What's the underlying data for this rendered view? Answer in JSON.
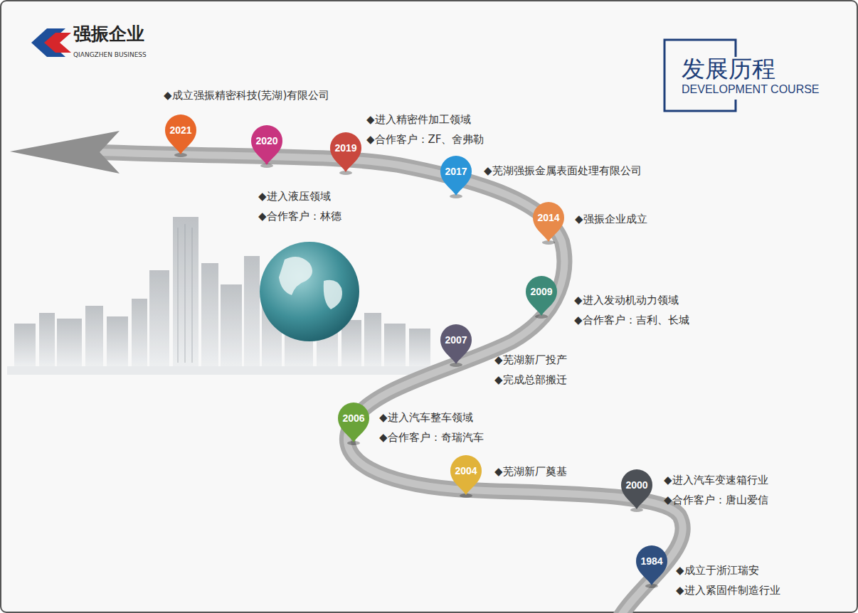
{
  "diagram": {
    "nodes": [
      {
        "text": [
          "发展历程",
          "DEVELOPMENT COURSE"
        ]
      },
      {
        "text": [
          "2021"
        ]
      },
      {
        "text": [
          "2020"
        ]
      },
      {
        "text": [
          "2019"
        ]
      },
      {
        "text": [
          "2017"
        ]
      },
      {
        "text": [
          "2014"
        ]
      },
      {
        "text": [
          "2009"
        ]
      },
      {
        "text": [
          "2007"
        ]
      },
      {
        "text": [
          "2006"
        ]
      },
      {
        "text": [
          "2004"
        ]
      },
      {
        "text": [
          "2000"
        ]
      },
      {
        "text": [
          "1984"
        ]
      }
    ],
    "labels": [
      "强振企业",
      "QIANGZHEN BUSINESS",
      "◆成立强振精密科技(芜湖)有限公司",
      "◆进入精密件加工领域",
      "◆合作客户：ZF、舍弗勒",
      "◆芜湖强振金属表面处理有限公司",
      "◆进入液压领域",
      "◆合作客户：林德",
      "◆强振企业成立",
      "◆进入发动机动力领域",
      "◆合作客户：吉利、长城",
      "◆芜湖新厂投产",
      "◆完成总部搬迁",
      "◆进入汽车整车领域",
      "◆合作客户：奇瑞汽车",
      "◆芜湖新厂奠基",
      "◆进入汽车变速箱行业",
      "◆合作客户：唐山爱信",
      "◆成立于浙江瑞安",
      "◆进入紧固件制造行业"
    ]
  }
}
